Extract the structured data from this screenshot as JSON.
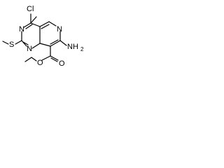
{
  "molecule": {
    "atoms": {
      "cl": "Cl",
      "n_pyridine": "N",
      "n_pyrimidine_top": "N",
      "n_pyrimidine_bottom": "N",
      "s": "S",
      "nh2": "NH",
      "nh2_subscript": "2",
      "o_carbonyl": "O",
      "o_ester": "O"
    }
  }
}
